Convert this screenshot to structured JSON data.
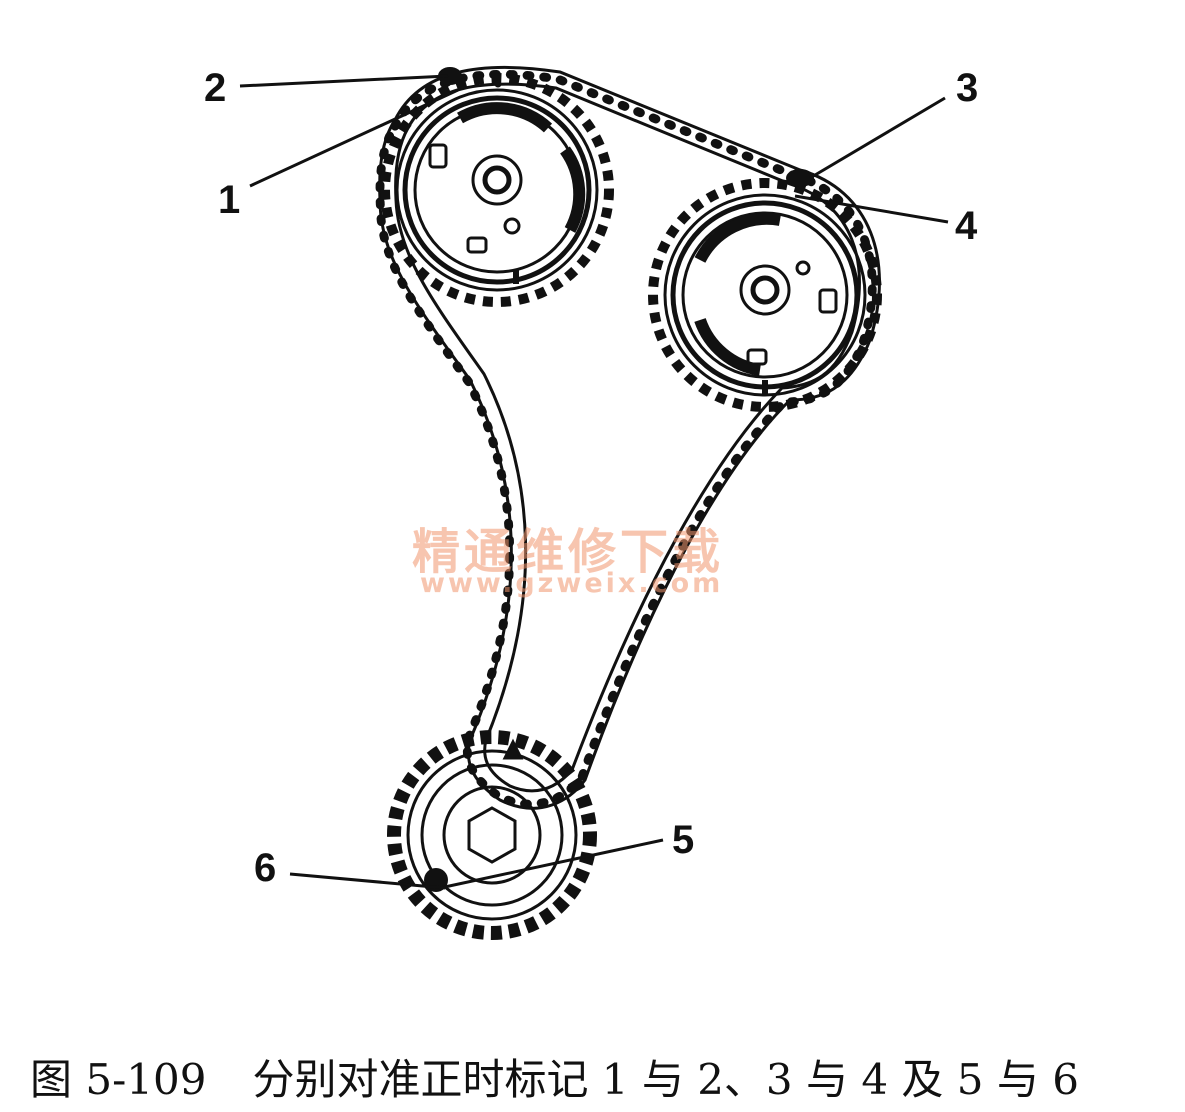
{
  "callouts": {
    "c1": "1",
    "c2": "2",
    "c3": "3",
    "c4": "4",
    "c5": "5",
    "c6": "6"
  },
  "watermark": {
    "text": "精通维修下载",
    "url": "www.gzweix.com"
  },
  "caption": {
    "number": "图 5-109",
    "text": "分别对准正时标记 1 与 2、3 与 4 及 5 与 6"
  },
  "colors": {
    "ink": "#111111",
    "watermark": "#f0966e"
  }
}
